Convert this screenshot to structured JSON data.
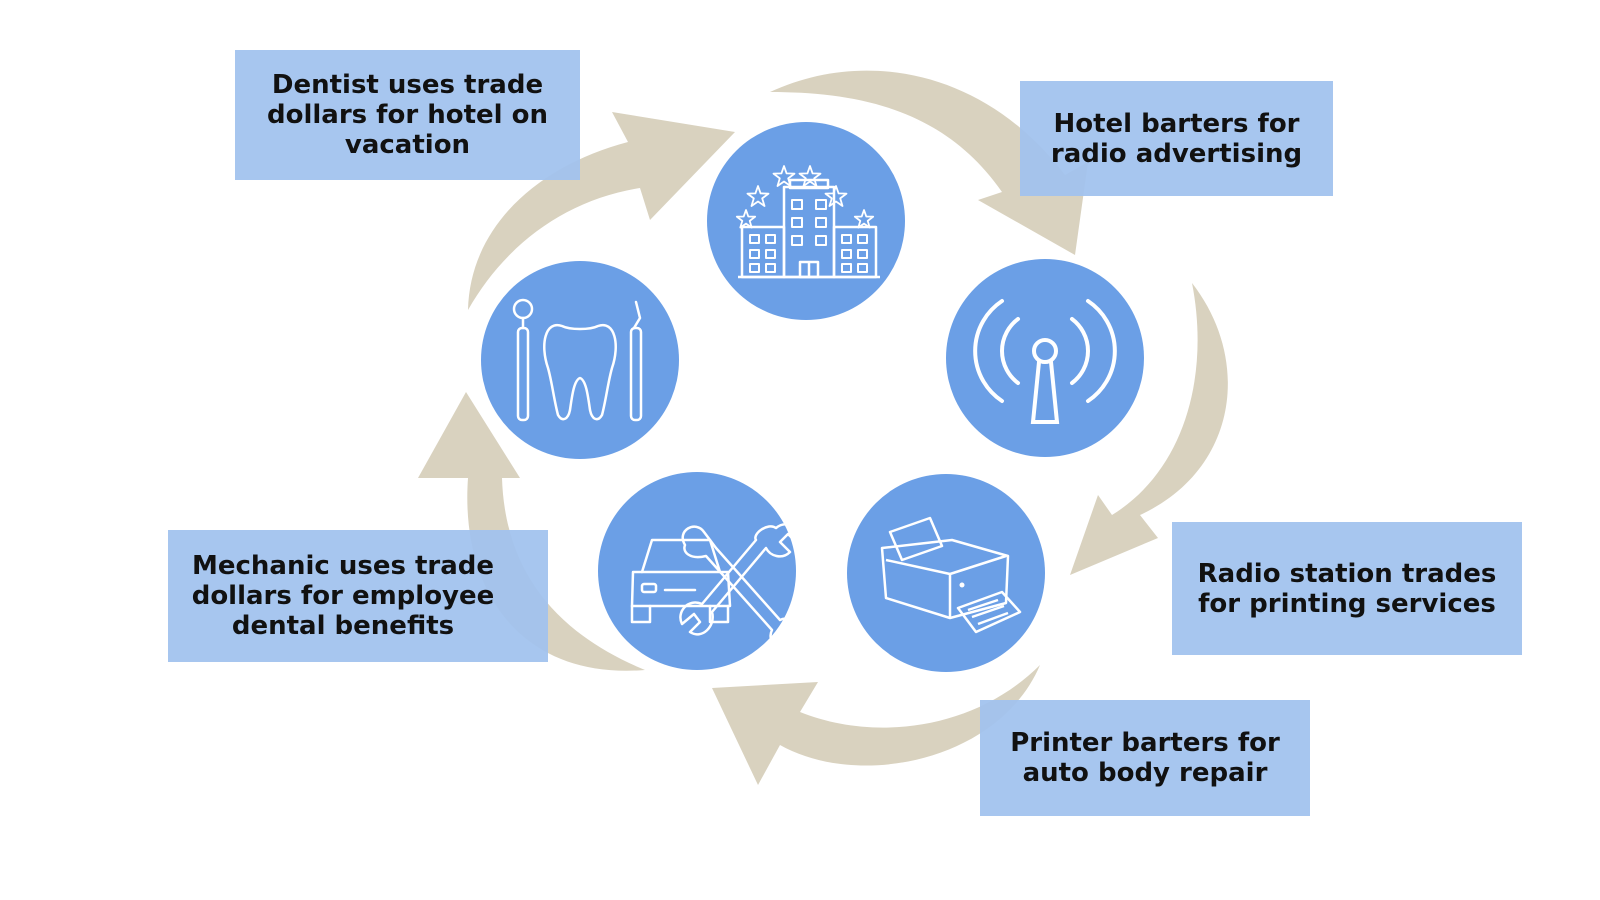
{
  "colors": {
    "circle": "#6b9fe6",
    "label_box": "#a0c2ee",
    "arrow": "#d9d2bf",
    "icon_stroke": "#ffffff",
    "text": "#111111"
  },
  "nodes": [
    {
      "id": "hotel",
      "icon": "hotel-icon"
    },
    {
      "id": "radio",
      "icon": "radio-tower-icon"
    },
    {
      "id": "printer",
      "icon": "printer-icon"
    },
    {
      "id": "mechanic",
      "icon": "car-wrench-icon"
    },
    {
      "id": "dentist",
      "icon": "tooth-dental-tools-icon"
    }
  ],
  "labels": {
    "dentist": "Dentist uses trade dollars for hotel on vacation",
    "hotel": "Hotel barters for radio advertising",
    "radio": "Radio station trades for printing services",
    "printer": "Printer barters for auto body repair",
    "mechanic": "Mechanic uses trade dollars for employee dental benefits"
  }
}
